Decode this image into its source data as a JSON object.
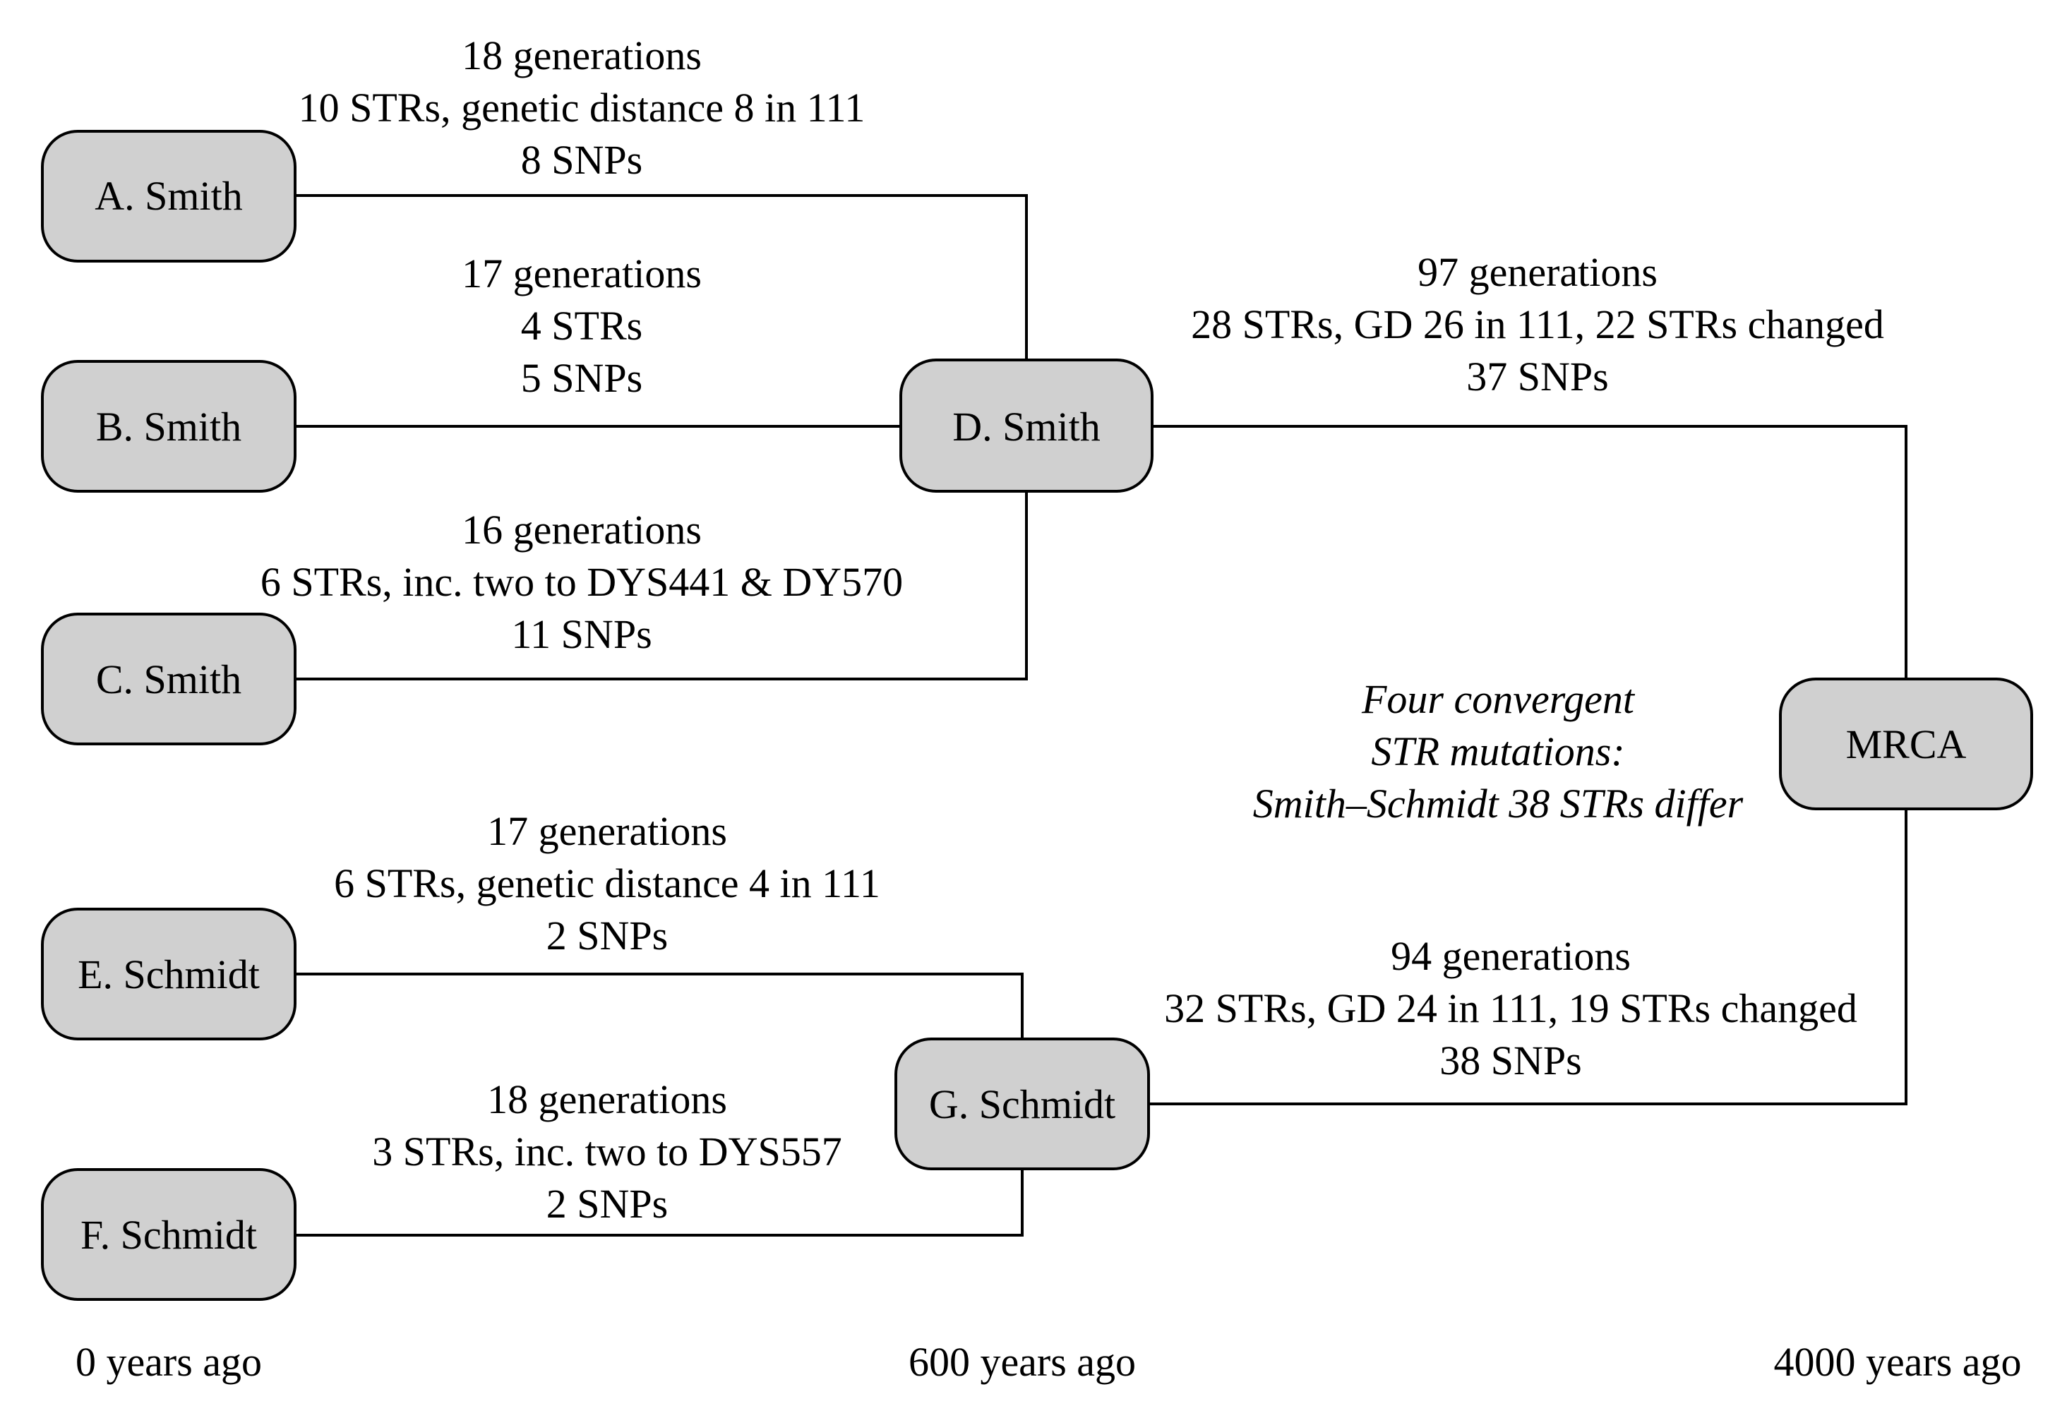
{
  "nodes": {
    "a_smith": "A. Smith",
    "b_smith": "B. Smith",
    "c_smith": "C. Smith",
    "d_smith": "D. Smith",
    "e_schmidt": "E. Schmidt",
    "f_schmidt": "F. Schmidt",
    "g_schmidt": "G. Schmidt",
    "mrca": "MRCA"
  },
  "edges": {
    "a_to_d": [
      "18 generations",
      "10 STRs, genetic distance 8 in 111",
      "8 SNPs"
    ],
    "b_to_d": [
      "17 generations",
      "4 STRs",
      "5 SNPs"
    ],
    "c_to_d": [
      "16 generations",
      "6 STRs, inc. two to DYS441 & DY570",
      "11 SNPs"
    ],
    "d_to_mrca": [
      "97 generations",
      "28 STRs, GD 26 in 111, 22 STRs changed",
      "37 SNPs"
    ],
    "e_to_g": [
      "17 generations",
      "6 STRs, genetic distance 4 in 111",
      "2 SNPs"
    ],
    "f_to_g": [
      "18 generations",
      "3 STRs, inc. two to DYS557",
      "2 SNPs"
    ],
    "g_to_mrca": [
      "94 generations",
      "32 STRs, GD 24 in 111, 19 STRs changed",
      "38 SNPs"
    ]
  },
  "note": [
    "Four convergent",
    "STR mutations:",
    "Smith–Schmidt 38 STRs differ"
  ],
  "timeline": {
    "left": "0 years ago",
    "middle": "600 years ago",
    "right": "4000 years ago"
  }
}
